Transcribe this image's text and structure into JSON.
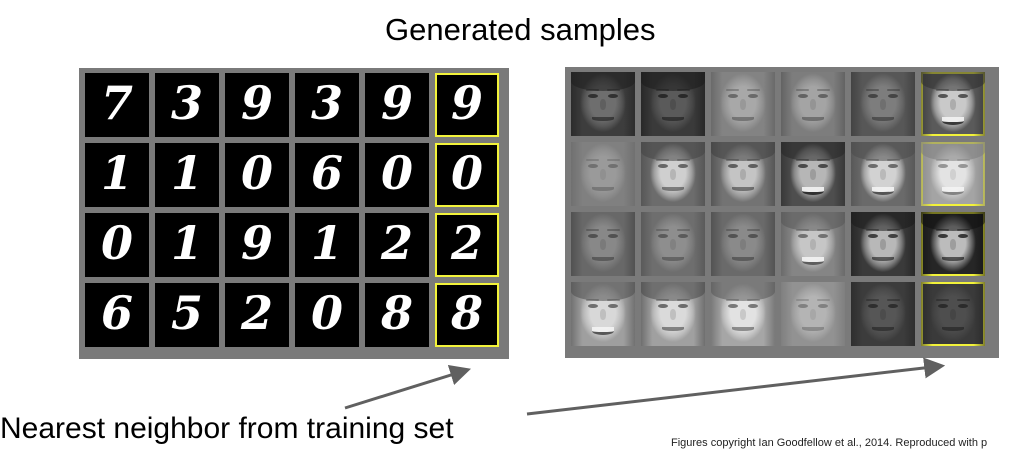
{
  "title": "Generated samples",
  "label": "Nearest neighbor from training set",
  "credit": "Figures copyright Ian Goodfellow et al., 2014. Reproduced with p",
  "colors": {
    "highlight": "#f2f23a",
    "panel": "#7a7a7a",
    "arrow": "#606060"
  },
  "mnist_rows": [
    [
      "7",
      "3",
      "9",
      "3",
      "9",
      "9"
    ],
    [
      "1",
      "1",
      "0",
      "6",
      "0",
      "0"
    ],
    [
      "0",
      "1",
      "9",
      "1",
      "2",
      "2"
    ],
    [
      "6",
      "5",
      "2",
      "0",
      "8",
      "8"
    ]
  ],
  "faces": [
    [
      {
        "skin": "#6e6e6e",
        "mid": "#575757",
        "bg": "#3d3d3d",
        "dark": "#1e1e1e",
        "hair": true
      },
      {
        "skin": "#5a5a5a",
        "mid": "#4a4a4a",
        "bg": "#3a3a3a",
        "dark": "#1a1a1a",
        "hair": true
      },
      {
        "skin": "#a8a8a8",
        "mid": "#959595",
        "bg": "#838383",
        "dark": "#555555",
        "hair": false
      },
      {
        "skin": "#a4a4a4",
        "mid": "#919191",
        "bg": "#7d7d7d",
        "dark": "#4e4e4e",
        "hair": false
      },
      {
        "skin": "#7d7d7d",
        "mid": "#6a6a6a",
        "bg": "#575757",
        "dark": "#333333",
        "hair": false
      },
      {
        "skin": "#c9c9c9",
        "mid": "#9a9a9a",
        "bg": "#5a5a5a",
        "dark": "#2e2e2e",
        "hair": true,
        "smile": true
      }
    ],
    [
      {
        "skin": "#9a9a9a",
        "mid": "#8e8e8e",
        "bg": "#808080",
        "dark": "#636363",
        "hair": false
      },
      {
        "skin": "#cfcfcf",
        "mid": "#a2a2a2",
        "bg": "#6c6c6c",
        "dark": "#444444",
        "hair": true
      },
      {
        "skin": "#c4c4c4",
        "mid": "#9c9c9c",
        "bg": "#737373",
        "dark": "#3e3e3e",
        "hair": true
      },
      {
        "skin": "#b6b6b6",
        "mid": "#8a8a8a",
        "bg": "#4e4e4e",
        "dark": "#262626",
        "hair": true,
        "smile": true
      },
      {
        "skin": "#d2d2d2",
        "mid": "#a6a6a6",
        "bg": "#6a6a6a",
        "dark": "#4a4a4a",
        "hair": true,
        "smile": true
      },
      {
        "skin": "#e3e3e3",
        "mid": "#c0c0c0",
        "bg": "#a4a4a4",
        "dark": "#7c7c7c",
        "hair": true,
        "smile": true
      }
    ],
    [
      {
        "skin": "#888888",
        "mid": "#777777",
        "bg": "#686868",
        "dark": "#3f3f3f",
        "hair": false
      },
      {
        "skin": "#8e8e8e",
        "mid": "#7e7e7e",
        "bg": "#6e6e6e",
        "dark": "#4a4a4a",
        "hair": false
      },
      {
        "skin": "#8a8a8a",
        "mid": "#7a7a7a",
        "bg": "#6a6a6a",
        "dark": "#404040",
        "hair": false
      },
      {
        "skin": "#c6c6c6",
        "mid": "#a6a6a6",
        "bg": "#858585",
        "dark": "#555555",
        "hair": true,
        "smile": true
      },
      {
        "skin": "#b8b8b8",
        "mid": "#7c7c7c",
        "bg": "#3a3a3a",
        "dark": "#1a1a1a",
        "hair": true
      },
      {
        "skin": "#bcbcbc",
        "mid": "#6a6a6a",
        "bg": "#262626",
        "dark": "#0e0e0e",
        "hair": true
      }
    ],
    [
      {
        "skin": "#d8d8d8",
        "mid": "#bdbdbd",
        "bg": "#9f9f9f",
        "dark": "#4c4c4c",
        "hair": true,
        "smile": true
      },
      {
        "skin": "#dadada",
        "mid": "#bfbfbf",
        "bg": "#a0a0a0",
        "dark": "#474747",
        "hair": true
      },
      {
        "skin": "#e2e2e2",
        "mid": "#c4c4c4",
        "bg": "#a6a6a6",
        "dark": "#555555",
        "hair": true
      },
      {
        "skin": "#b4b4b4",
        "mid": "#a3a3a3",
        "bg": "#929292",
        "dark": "#707070",
        "hair": false
      },
      {
        "skin": "#565656",
        "mid": "#4a4a4a",
        "bg": "#3c3c3c",
        "dark": "#222222",
        "hair": false
      },
      {
        "skin": "#4e4e4e",
        "mid": "#444444",
        "bg": "#3a3a3a",
        "dark": "#202020",
        "hair": false
      }
    ]
  ]
}
